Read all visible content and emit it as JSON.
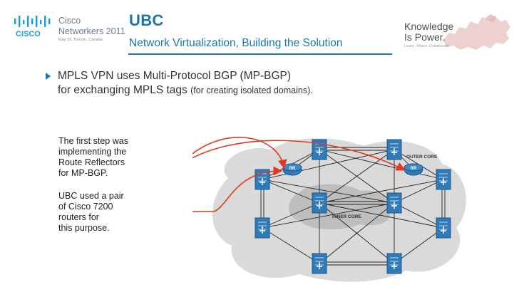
{
  "header": {
    "logo_text": "CISCO",
    "event_line1": "Cisco",
    "event_line2": "Networkers 2011",
    "event_date": "May 16, Toronto, Canada",
    "title": "UBC",
    "subtitle": "Network Virtualization, Building the Solution",
    "knowledge_line1": "Knowledge",
    "knowledge_line2": "Is Power.",
    "knowledge_tagline": "Learn. Share. Collaborate."
  },
  "bullet": {
    "line1": "MPLS VPN uses Multi-Protocol BGP (MP-BGP)",
    "line2": "for exchanging MPLS tags",
    "line2_small": "(for creating isolated domains)."
  },
  "side_text": {
    "block1": [
      "The first step was",
      "implementing the",
      "Route Reflectors",
      "for MP-BGP."
    ],
    "block2": [
      "UBC used a pair",
      "of Cisco 7200",
      "routers for",
      "this purpose."
    ]
  },
  "diagram": {
    "outer_core_label": "OUTER CORE",
    "inner_core_label": "INNER CORE",
    "rr_label": "RR"
  },
  "colors": {
    "brand_blue": "#1a77a8",
    "arrow_red": "#e03a1e",
    "device_blue": "#2f7ab8",
    "cloud_grey": "#d6d6d6"
  }
}
